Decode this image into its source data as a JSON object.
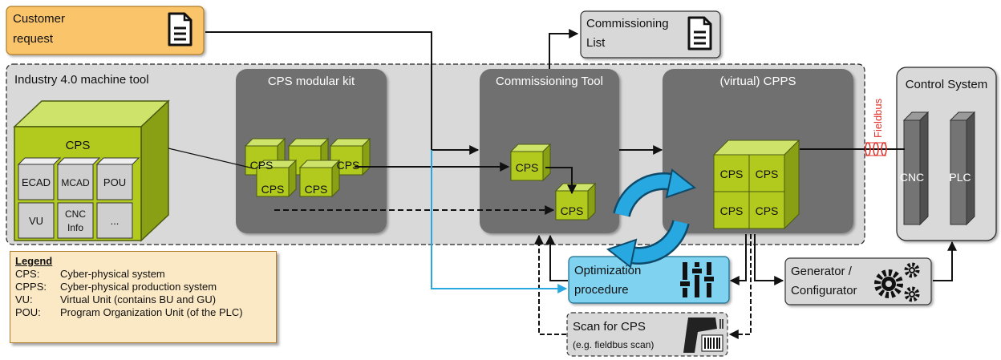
{
  "boxes": {
    "customer_request": [
      "Customer",
      "request"
    ],
    "commissioning_list": [
      "Commissioning",
      "List"
    ],
    "machine_tool": "Industry 4.0 machine tool",
    "modular_kit": "CPS modular kit",
    "commissioning_tool": "Commissioning Tool",
    "cpps": "(virtual) CPPS",
    "control_system": "Control System",
    "fieldbus": "Fieldbus",
    "cnc": "CNC",
    "plc": "PLC",
    "optimization": [
      "Optimization",
      "procedure"
    ],
    "generator": [
      "Generator /",
      "Configurator"
    ],
    "scan": [
      "Scan for CPS",
      "(e.g. fieldbus scan)"
    ]
  },
  "cps_cube": {
    "title": "CPS",
    "parts": [
      "ECAD",
      "MCAD",
      "POU",
      "VU",
      "CNC",
      "Info",
      "..."
    ]
  },
  "cps_label": "CPS",
  "legend": {
    "title": "Legend",
    "rows": [
      {
        "key": "CPS:",
        "value": "Cyber-physical system"
      },
      {
        "key": "CPPS:",
        "value": "Cyber-physical production system"
      },
      {
        "key": "VU:",
        "value": "Virtual Unit (contains BU and GU)"
      },
      {
        "key": "POU:",
        "value": "Program Organization Unit (of the PLC)"
      }
    ]
  },
  "colors": {
    "orange": "#fac46a",
    "grey_box": "#d8d8d8",
    "dark_box": "#6f6f6f",
    "cps_green": "#b2c91e",
    "blue": "#7fd2f0",
    "cycle_blue": "#28a8e0",
    "fieldbus_red": "#e0302a"
  },
  "icons": [
    "document-icon",
    "sliders-icon",
    "gears-icon",
    "barcode-scanner-icon",
    "refresh-cycle-icon"
  ]
}
